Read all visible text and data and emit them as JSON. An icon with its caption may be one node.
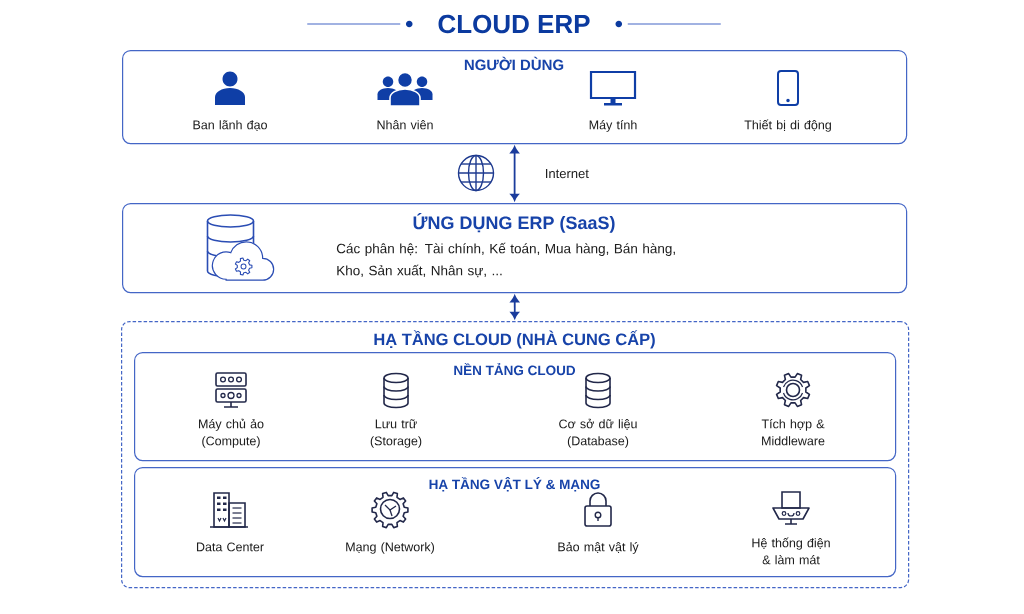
{
  "diagram": {
    "title": "CLOUD ERP",
    "nodes": [
      {
        "text": [
          "NGƯỜI DÙNG"
        ]
      },
      {
        "text": [
          "Ban lãnh đạo"
        ],
        "in": 0
      },
      {
        "text": [
          "Nhân viên"
        ],
        "in": 0
      },
      {
        "text": [
          "Máy tính"
        ],
        "in": 0
      },
      {
        "text": [
          "Thiết bị di động"
        ],
        "in": 0
      },
      {
        "text": [
          "ỨNG DỤNG ERP (SaaS)",
          "Các phân hệ: Tài chính, Kế toán, Mua hàng, Bán hàng, Kho, Sản xuất, Nhân sự, ..."
        ]
      },
      {
        "text": [
          "HẠ TẦNG CLOUD (NHÀ CUNG CẤP)"
        ]
      },
      {
        "text": [
          "NỀN TẢNG CLOUD"
        ],
        "in": 6
      },
      {
        "text": [
          "Máy chủ ảo (Compute)"
        ],
        "in": 7
      },
      {
        "text": [
          "Lưu trữ (Storage)"
        ],
        "in": 7
      },
      {
        "text": [
          "Cơ sở dữ liệu (Database)"
        ],
        "in": 7
      },
      {
        "text": [
          "Tích hợp & Middleware"
        ],
        "in": 7
      },
      {
        "text": [
          "HẠ TẦNG VẬT LÝ & MẠNG"
        ],
        "in": 6
      },
      {
        "text": [
          "Data Center"
        ],
        "in": 12
      },
      {
        "text": [
          "Mạng (Network)"
        ],
        "in": 12
      },
      {
        "text": [
          "Bảo mật vật lý"
        ],
        "in": 12
      },
      {
        "text": [
          "Hệ thống điện & làm mát"
        ],
        "in": 12
      }
    ],
    "edges": [
      {
        "from": 0,
        "to": 5,
        "arrow": "both",
        "label": "Internet"
      },
      {
        "from": 5,
        "to": 6,
        "arrow": "both"
      }
    ]
  }
}
